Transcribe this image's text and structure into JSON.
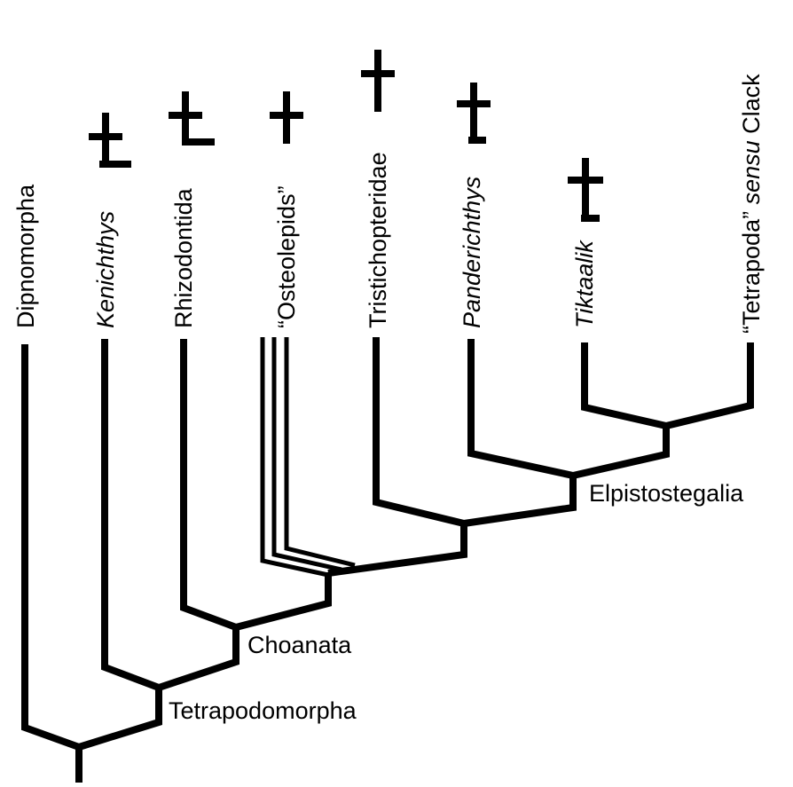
{
  "taxa": {
    "dipnomorpha": "Dipnomorpha",
    "kenichthys": "Kenichthys",
    "rhizodontida": "Rhizodontida",
    "osteolepids": "“Osteolepids”",
    "tristichopteridae": "Tristichopteridae",
    "panderichthys": "Panderichthys",
    "tiktaalik": "Tiktaalik",
    "tetrapoda_open": "“Tetrapoda”",
    "tetrapoda_sensu": "sensu",
    "tetrapoda_author": "Clack"
  },
  "clades": {
    "tetrapodomorpha": "Tetrapodomorpha",
    "choanata": "Choanata",
    "elpistostegalia": "Elpistostegalia"
  },
  "extinct_symbol": "dagger-icon",
  "colors": {
    "line": "#000000",
    "background": "#ffffff"
  }
}
